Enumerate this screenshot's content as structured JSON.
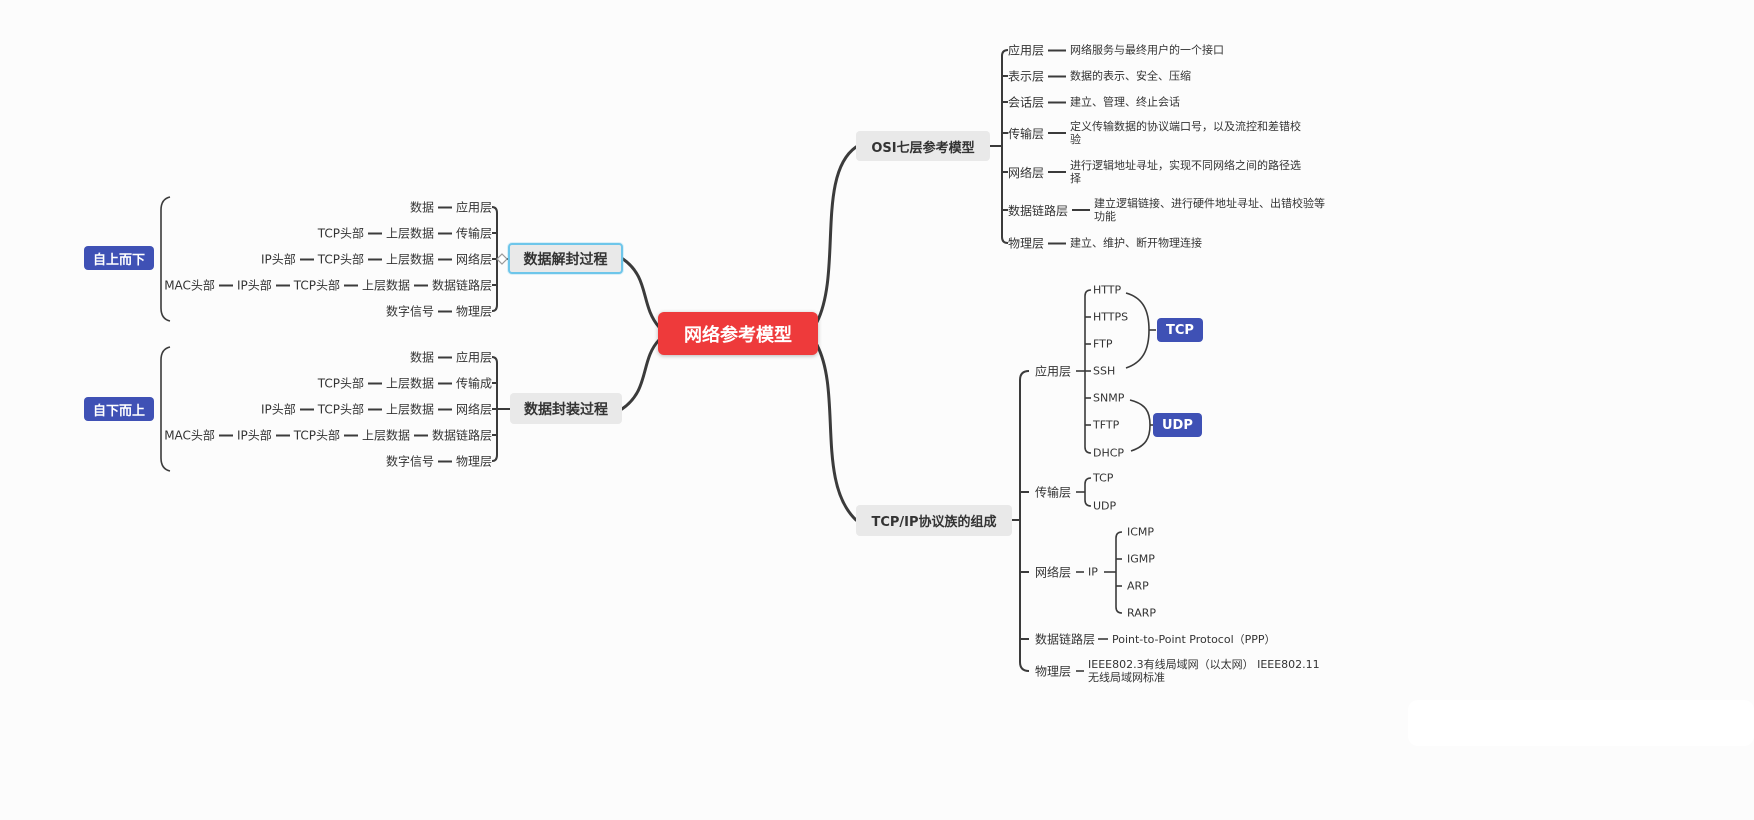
{
  "root": {
    "label": "网络参考模型"
  },
  "colors": {
    "root_red": "#ee3a3b",
    "badge_blue": "#3f51b5",
    "selection_blue": "#6ec6ea",
    "node_gray": "#e9e9e9",
    "line": "#3b3b3b"
  },
  "left": {
    "decap": {
      "node": "数据解封过程",
      "badge": "自上而下",
      "rows": [
        {
          "cells": [
            "数据",
            "应用层"
          ]
        },
        {
          "cells": [
            "TCP头部",
            "上层数据",
            "传输层"
          ]
        },
        {
          "cells": [
            "IP头部",
            "TCP头部",
            "上层数据",
            "网络层"
          ]
        },
        {
          "cells": [
            "MAC头部",
            "IP头部",
            "TCP头部",
            "上层数据",
            "数据链路层"
          ]
        },
        {
          "cells": [
            "数字信号",
            "物理层"
          ]
        }
      ]
    },
    "encap": {
      "node": "数据封装过程",
      "badge": "自下而上",
      "rows": [
        {
          "cells": [
            "数据",
            "应用层"
          ]
        },
        {
          "cells": [
            "TCP头部",
            "上层数据",
            "传输成"
          ]
        },
        {
          "cells": [
            "IP头部",
            "TCP头部",
            "上层数据",
            "网络层"
          ]
        },
        {
          "cells": [
            "MAC头部",
            "IP头部",
            "TCP头部",
            "上层数据",
            "数据链路层"
          ]
        },
        {
          "cells": [
            "数字信号",
            "物理层"
          ]
        }
      ]
    }
  },
  "osi": {
    "node": "OSI七层参考模型",
    "rows": [
      {
        "layer": "应用层",
        "desc": "网络服务与最终用户的一个接口"
      },
      {
        "layer": "表示层",
        "desc": "数据的表示、安全、压缩"
      },
      {
        "layer": "会话层",
        "desc": "建立、管理、终止会话"
      },
      {
        "layer": "传输层",
        "desc": "定义传输数据的协议端口号，以及流控和差错校验"
      },
      {
        "layer": "网络层",
        "desc": "进行逻辑地址寻址，实现不同网络之间的路径选择"
      },
      {
        "layer": "数据链路层",
        "desc": "建立逻辑链接、进行硬件地址寻址、出错校验等功能"
      },
      {
        "layer": "物理层",
        "desc": "建立、维护、断开物理连接"
      }
    ]
  },
  "tcpip": {
    "node": "TCP/IP协议族的组成",
    "app": {
      "layer": "应用层",
      "protocols": [
        "HTTP",
        "HTTPS",
        "FTP",
        "SSH",
        "SNMP",
        "TFTP",
        "DHCP"
      ],
      "tcp_badge": "TCP",
      "udp_badge": "UDP"
    },
    "transport": {
      "layer": "传输层",
      "protocols": [
        "TCP",
        "UDP"
      ]
    },
    "network": {
      "layer": "网络层",
      "node": "IP",
      "protocols": [
        "ICMP",
        "IGMP",
        "ARP",
        "RARP"
      ]
    },
    "datalink": {
      "layer": "数据链路层",
      "desc": "Point-to-Point Protocol（PPP）"
    },
    "physical": {
      "layer": "物理层",
      "desc": "IEEE802.3有线局域网（以太网） IEEE802.11无线局域网标准"
    }
  }
}
